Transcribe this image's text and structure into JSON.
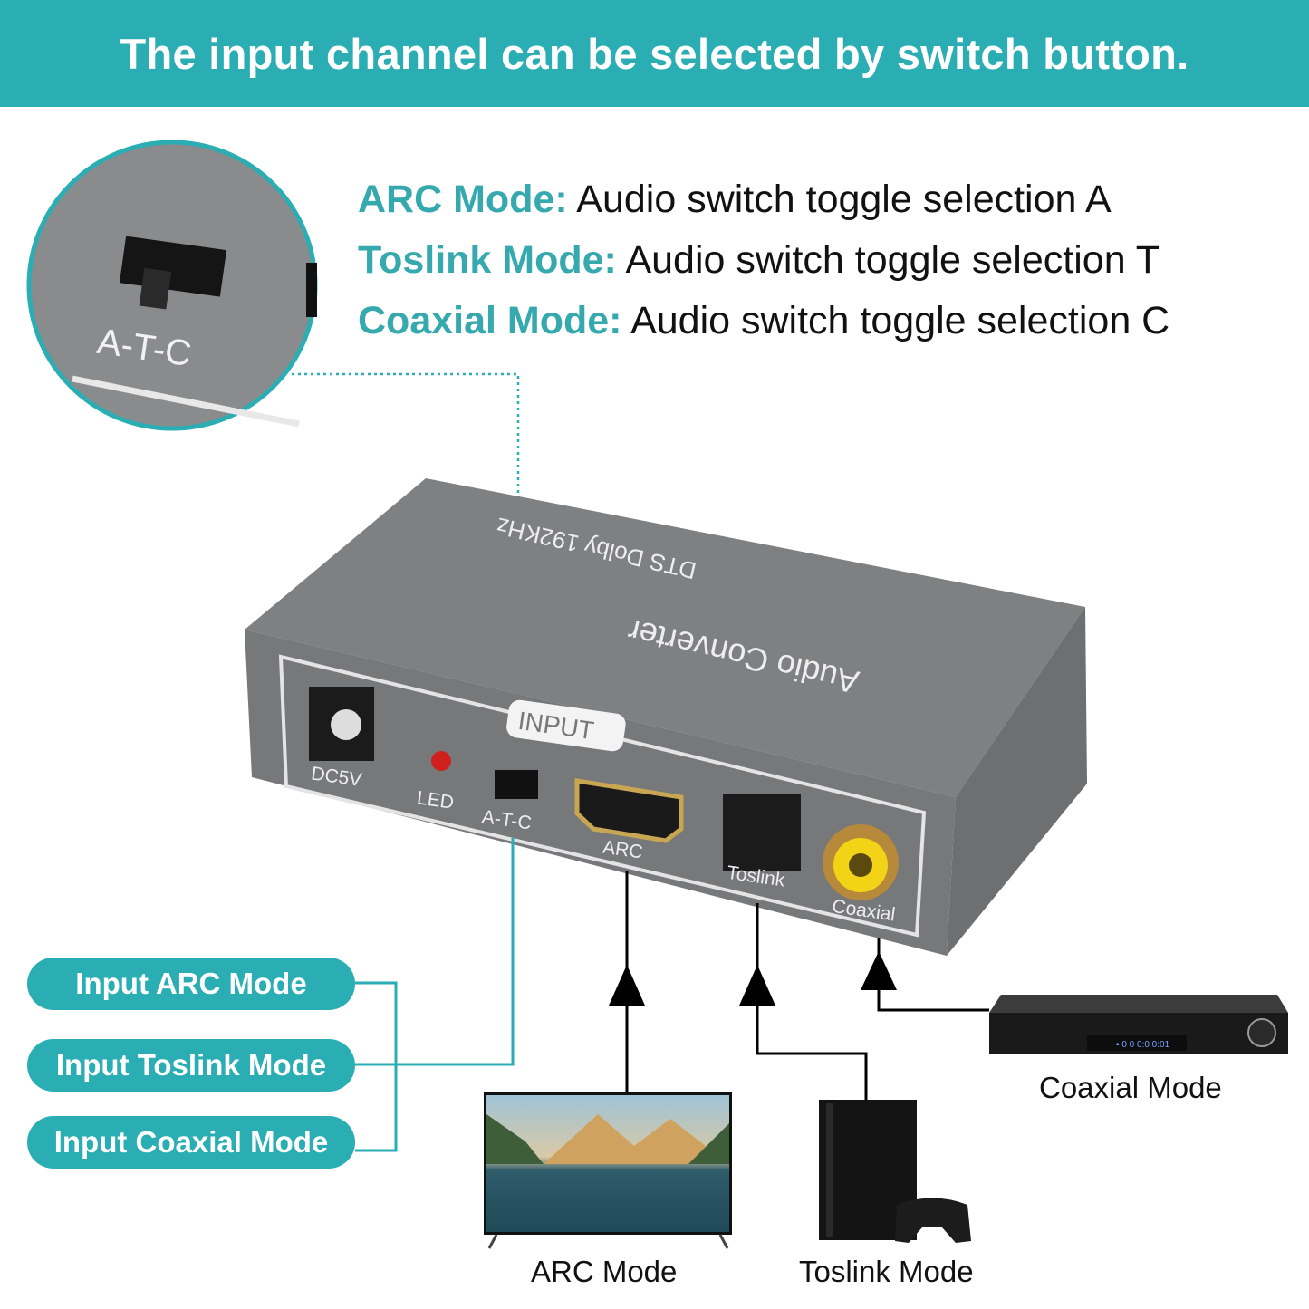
{
  "header": {
    "title": "The input channel can be selected by switch button."
  },
  "modes": [
    {
      "name": "ARC Mode:",
      "desc": "Audio switch toggle selection A"
    },
    {
      "name": "Toslink Mode:",
      "desc": "Audio switch toggle selection T"
    },
    {
      "name": "Coaxial Mode:",
      "desc": "Audio switch toggle selection C"
    }
  ],
  "zoom_callout": {
    "switch_label": "A-T-C"
  },
  "device": {
    "top_label_1": "Audio Converter",
    "top_label_2": "DTS Dolby 192KHz",
    "panel_label": "INPUT",
    "ports": {
      "power": "DC5V",
      "led": "LED",
      "switch": "A-T-C",
      "hdmi": "ARC",
      "optical": "Toslink",
      "coax": "Coaxial"
    }
  },
  "input_pills": [
    "Input ARC Mode",
    "Input Toslink Mode",
    "Input Coaxial Mode"
  ],
  "sources": {
    "tv": "ARC Mode",
    "console": "Toslink Mode",
    "player": "Coaxial Mode"
  },
  "colors": {
    "teal": "#2aaeb3",
    "device": "#7d7e7f"
  }
}
